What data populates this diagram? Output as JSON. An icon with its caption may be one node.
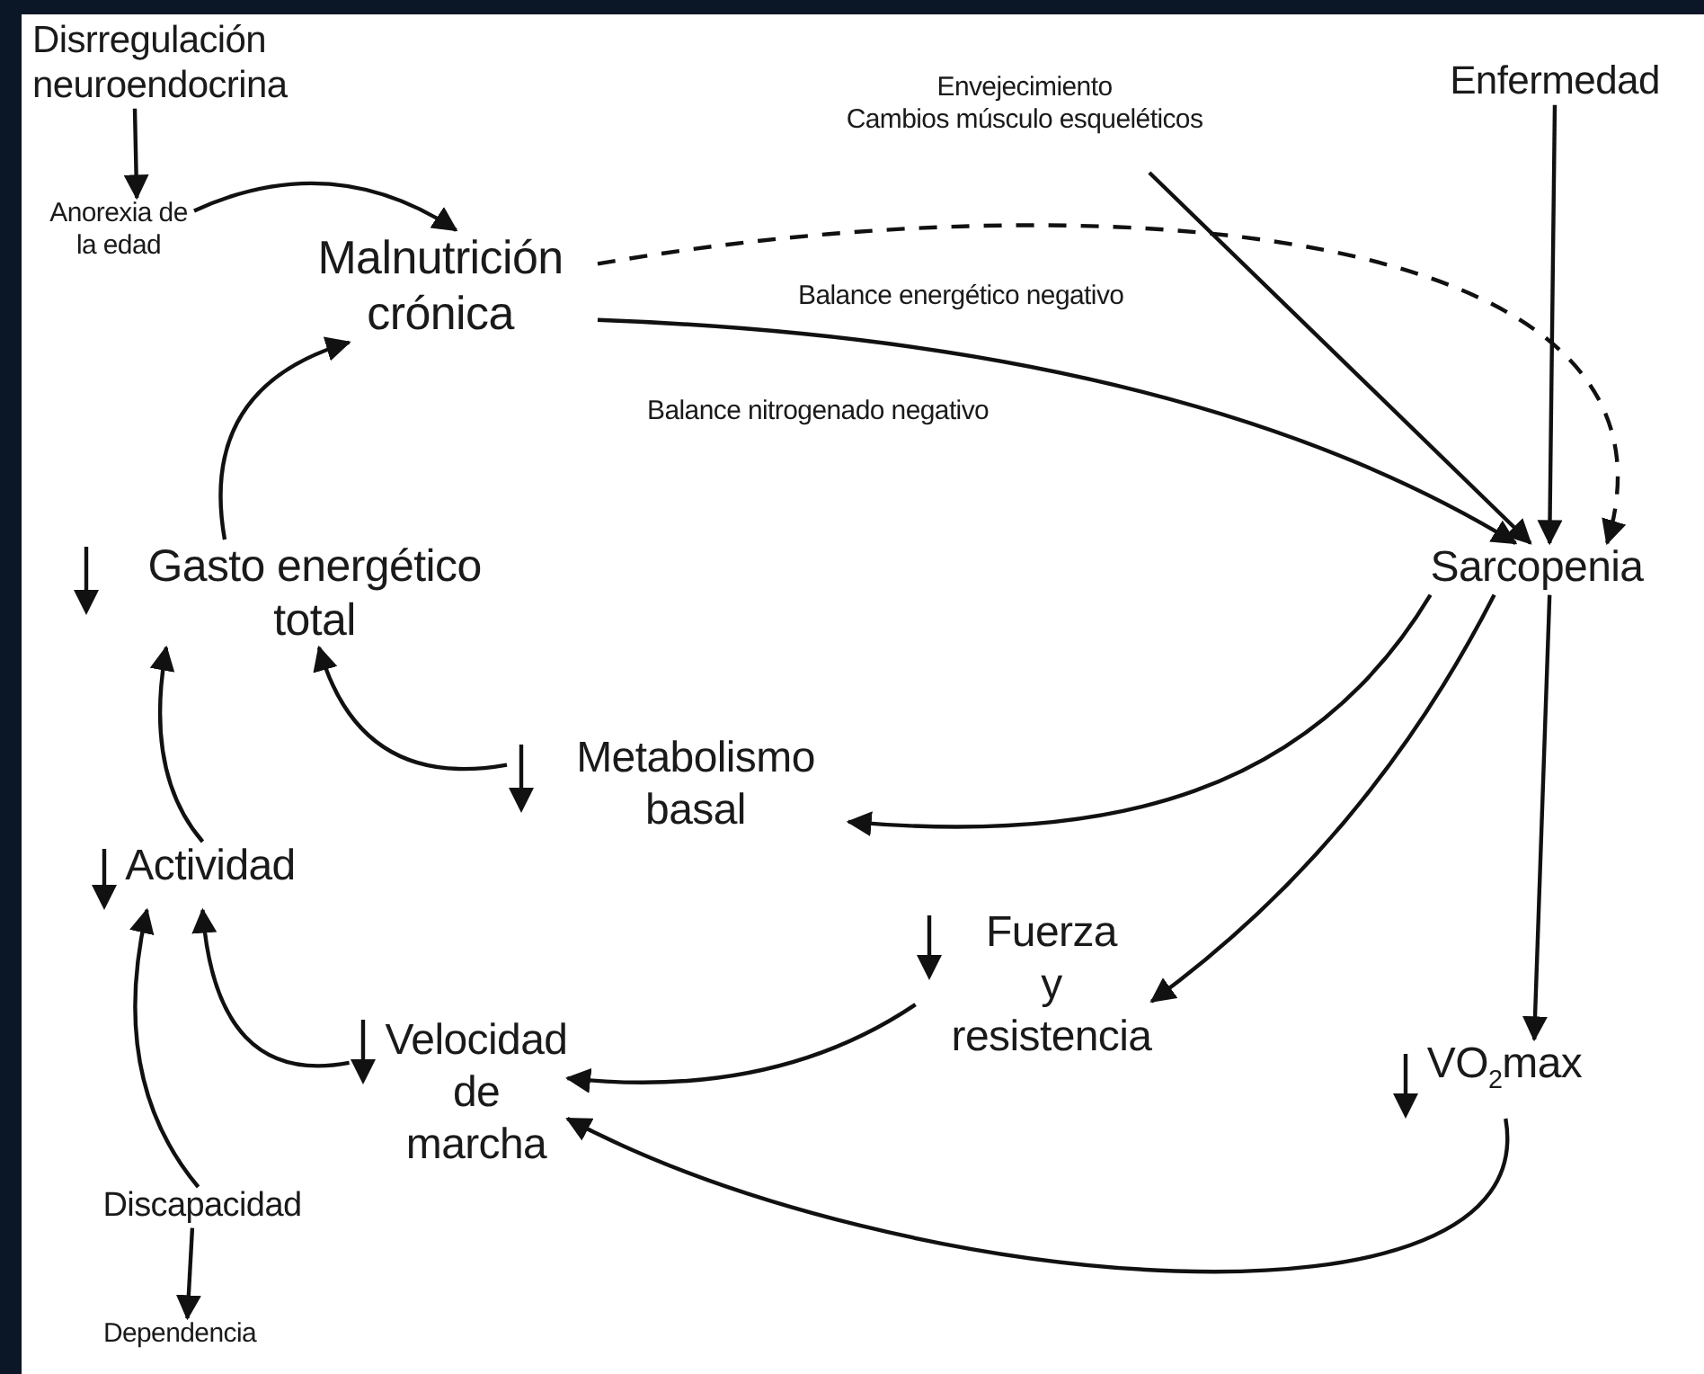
{
  "diagram": {
    "nodes": [
      {
        "text": [
          "Disrregulación neuroendocrina"
        ]
      },
      {
        "text": [
          "Anorexia de la edad"
        ]
      },
      {
        "text": [
          "Malnutrición crónica"
        ]
      },
      {
        "text": [
          "Envejecimiento",
          "Cambios músculo esqueléticos"
        ]
      },
      {
        "text": [
          "Enfermedad"
        ]
      },
      {
        "text": [
          "Sarcopenia"
        ]
      },
      {
        "text": [
          "Gasto energético total"
        ]
      },
      {
        "text": [
          "Metabolismo basal"
        ]
      },
      {
        "text": [
          "Actividad"
        ]
      },
      {
        "text": [
          "Fuerza y resistencia"
        ]
      },
      {
        "text": [
          "Velocidad de marcha"
        ]
      },
      {
        "text": [
          "VO$_{2}$max"
        ]
      },
      {
        "text": [
          "Discapacidad"
        ]
      },
      {
        "text": [
          "Dependencia"
        ]
      }
    ],
    "edges": [
      {
        "from": 0,
        "to": 1,
        "arrow": "to"
      },
      {
        "from": 1,
        "to": 2,
        "arrow": "to"
      },
      {
        "from": 6,
        "to": 2,
        "arrow": "to"
      },
      {
        "from": 2,
        "to": 5,
        "arrow": "to",
        "style": "dashed",
        "label": "Balance energético negativo"
      },
      {
        "from": 2,
        "to": 5,
        "arrow": "to",
        "label": "Balance nitrogenado negativo"
      },
      {
        "from": 3,
        "to": 5,
        "arrow": "to"
      },
      {
        "from": 4,
        "to": 5,
        "arrow": "to"
      },
      {
        "from": 7,
        "to": 6,
        "arrow": "to"
      },
      {
        "from": 8,
        "to": 6,
        "arrow": "to"
      },
      {
        "from": 5,
        "to": 7,
        "arrow": "to"
      },
      {
        "from": 5,
        "to": 9,
        "arrow": "to"
      },
      {
        "from": 5,
        "to": 11,
        "arrow": "to"
      },
      {
        "from": 10,
        "to": 8,
        "arrow": "to"
      },
      {
        "from": 12,
        "to": 8,
        "arrow": "to"
      },
      {
        "from": 9,
        "to": 10,
        "arrow": "to"
      },
      {
        "from": 11,
        "to": 10,
        "arrow": "to"
      },
      {
        "from": 12,
        "to": 13,
        "arrow": "to"
      }
    ]
  }
}
